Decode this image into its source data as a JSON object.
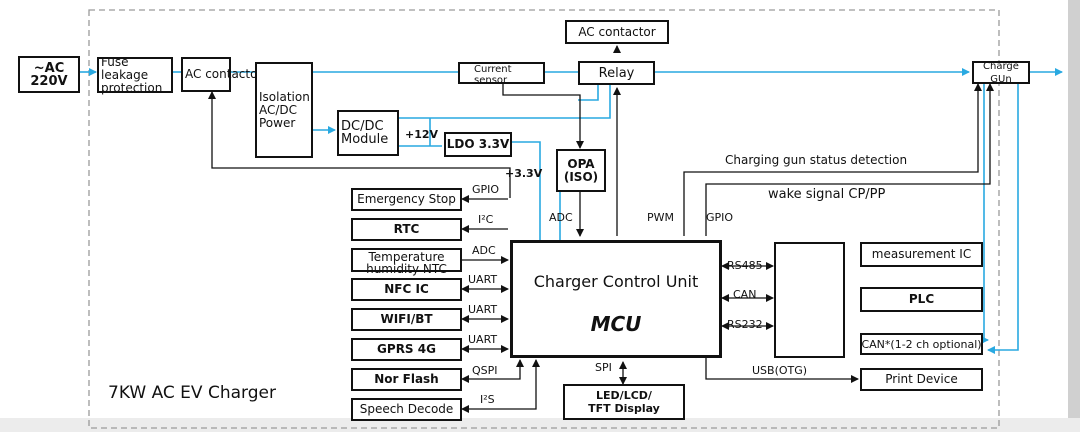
{
  "title": "7KW AC EV Charger",
  "blocks": {
    "ac_input": "~AC\n220V",
    "fuse": "Fuse leakage\nprotection",
    "ac_contactor_left": "AC contactor",
    "isolation": "Isolation\nAC/DC\nPower",
    "dcdc": "DC/DC\nModule",
    "ldo": "LDO 3.3V",
    "current_sensor": "Current\nsensor",
    "relay": "Relay",
    "ac_contactor_top": "AC contactor",
    "opa": "OPA\n(ISO)",
    "charge_gun": "Charge GUn",
    "emergency_stop": "Emergency Stop",
    "rtc": "RTC",
    "temp_humidity": "Temperature\nhumidity NTC",
    "nfc": "NFC IC",
    "wifi": "WIFI/BT",
    "gprs": "GPRS 4G",
    "nor_flash": "Nor Flash",
    "speech": "Speech Decode",
    "mcu_title": "Charger Control Unit",
    "mcu_sub": "MCU",
    "display": "LED/LCD/\nTFT Display",
    "measurement": "measurement IC",
    "plc": "PLC",
    "can_opt": "CAN*(1-2 ch optional)",
    "print": "Print Device"
  },
  "labels": {
    "v12": "+12V",
    "v33": "+3.3V",
    "gpio_estop": "GPIO",
    "i2c": "I²C",
    "adc_temp": "ADC",
    "uart1": "UART",
    "uart2": "UART",
    "uart3": "UART",
    "qspi": "QSPI",
    "i2s": "I²S",
    "adc_opa": "ADC",
    "pwm": "PWM",
    "gpio_mcu": "GPIO",
    "gun_status": "Charging gun status detection",
    "wake": "wake signal CP/PP",
    "rs485": "RS485",
    "can": "CAN",
    "rs232": "RS232",
    "spi": "SPI",
    "usb": "USB(OTG)"
  },
  "colors": {
    "power_line": "#29a9e1",
    "signal_line": "#111111",
    "border": "#9a9a9a",
    "band": "#d0d0d0"
  }
}
